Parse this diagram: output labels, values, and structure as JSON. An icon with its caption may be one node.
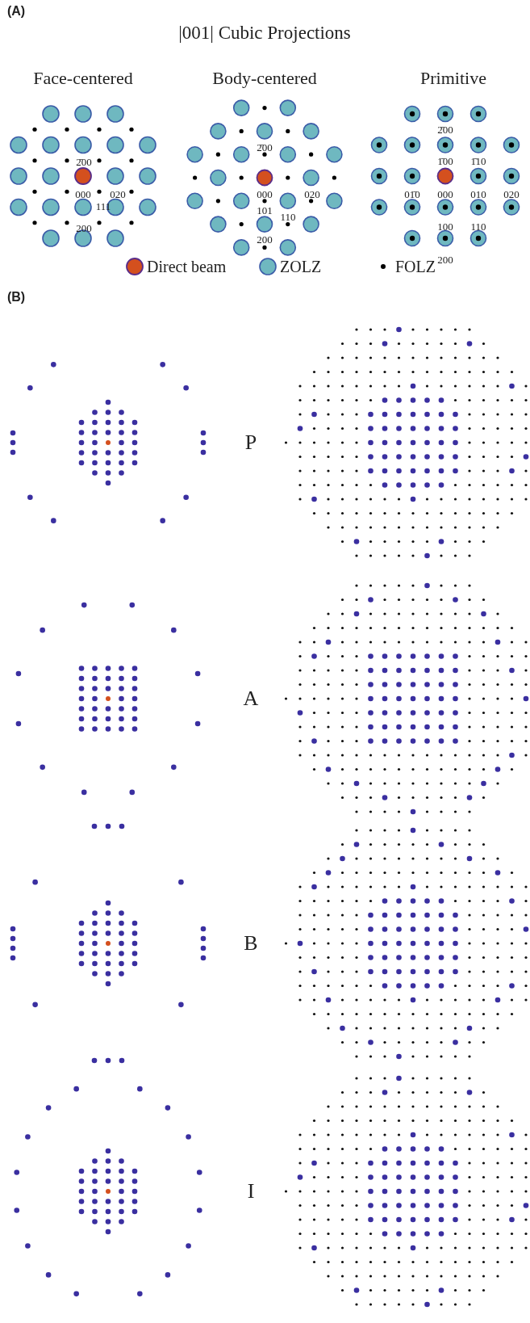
{
  "diagram": {
    "title": "|001| Cubic Projections",
    "labels": [
      "(A)",
      "Face-centered",
      "Body-centered",
      "Primitive",
      "2̄00",
      "000",
      "020",
      "111",
      "200",
      "2̄00",
      "000",
      "020",
      "101",
      "110",
      "200",
      "2̄00",
      "1̄00",
      "1̄10",
      "01̄0",
      "000",
      "010",
      "020",
      "100",
      "110",
      "200",
      "(B)",
      "P",
      "A",
      "B",
      "I"
    ],
    "legend": [
      {
        "text": "Direct beam",
        "color": "#d4501e"
      },
      {
        "text": "ZOLZ",
        "color": "#6fb8c0"
      },
      {
        "text": "FOLZ",
        "color": "#000000"
      }
    ]
  }
}
